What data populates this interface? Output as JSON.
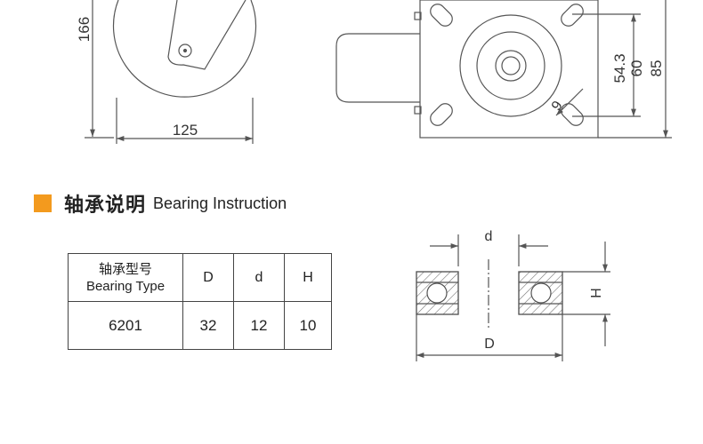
{
  "caster_drawing": {
    "dim_wheel_height": "166",
    "dim_wheel_diameter": "125",
    "dim_hole_spacing": "54.3",
    "dim_hole_spacing_outer": "60",
    "dim_plate_size": "85",
    "dim_hole_size": "9"
  },
  "section": {
    "title_cn": "轴承说明",
    "title_en": "Bearing Instruction",
    "marker_color": "#f39a1e"
  },
  "table": {
    "header_type_cn": "轴承型号",
    "header_type_en": "Bearing Type",
    "header_D": "D",
    "header_d": "d",
    "header_H": "H",
    "row": {
      "type": "6201",
      "D": "32",
      "d": "12",
      "H": "10"
    }
  },
  "bearing_diagram": {
    "label_d": "d",
    "label_D": "D",
    "label_H": "H"
  }
}
